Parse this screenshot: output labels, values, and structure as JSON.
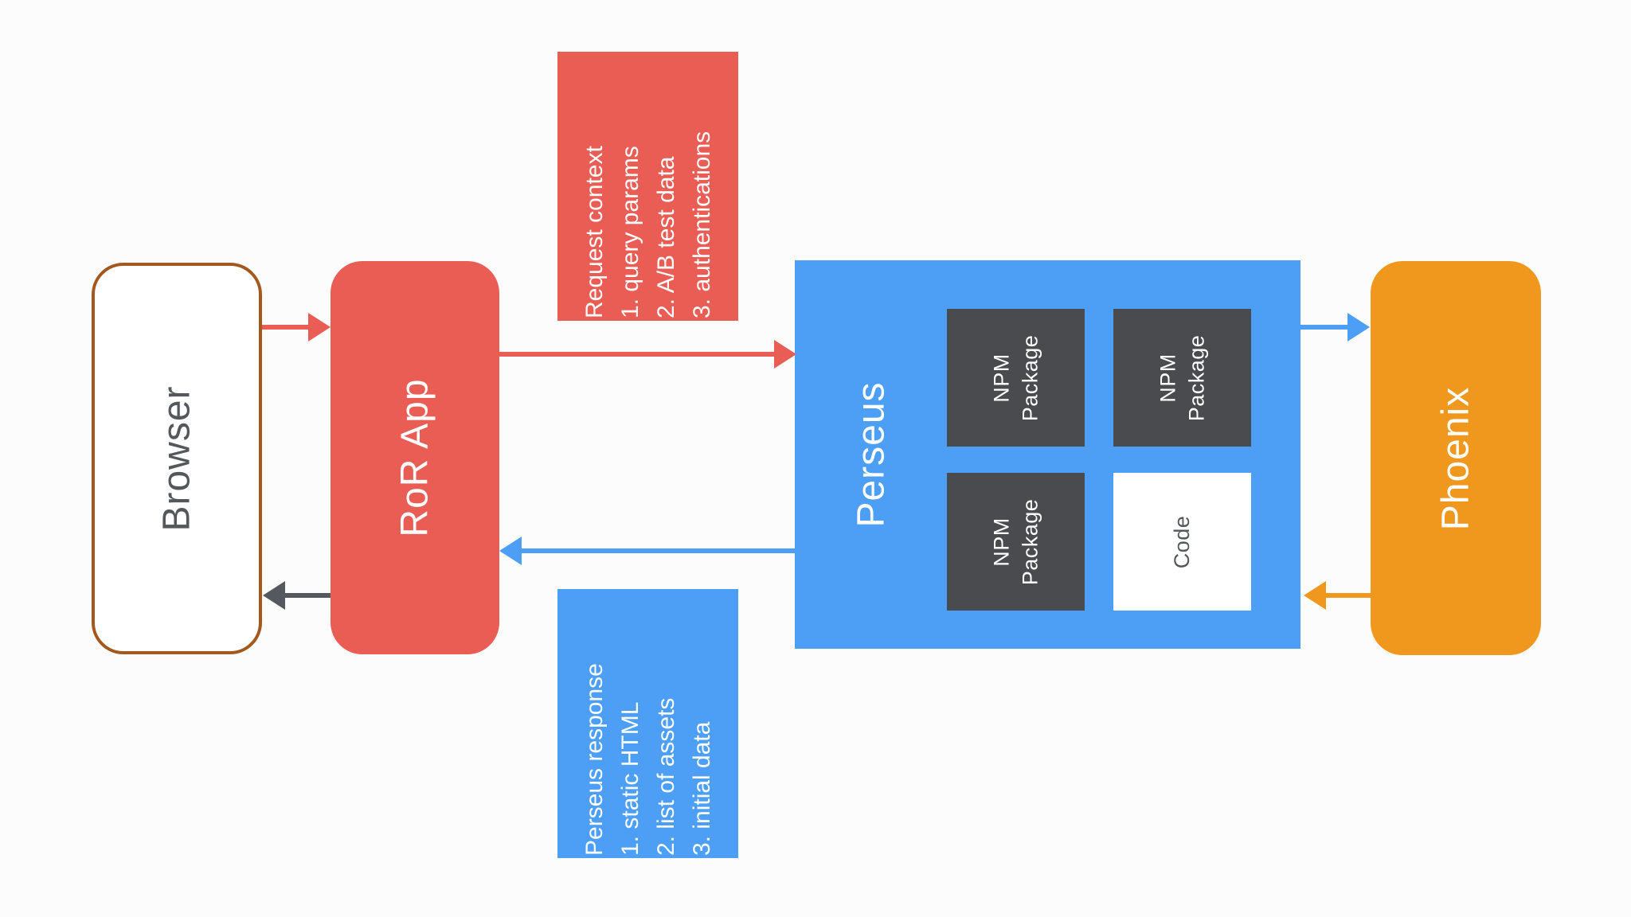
{
  "colors": {
    "red": "#E95D55",
    "blue": "#4C9FF5",
    "orange": "#F0981E",
    "dark_gray_box": "#494B4E",
    "arrow_dark": "#55585E",
    "browser_border_brown": "#A3581E",
    "text_dark_gray": "#54575B",
    "text_white": "#FFFFFF",
    "background": "#FCFCFC"
  },
  "nodes": {
    "browser": {
      "label": "Browser"
    },
    "ror_app": {
      "label": "RoR App"
    },
    "perseus": {
      "label": "Perseus",
      "children": [
        {
          "id": "npm-package-1",
          "label": "NPM\nPackage"
        },
        {
          "id": "npm-package-2",
          "label": "NPM\nPackage"
        },
        {
          "id": "npm-package-3",
          "label": "NPM\nPackage"
        },
        {
          "id": "code",
          "label": "Code"
        }
      ]
    },
    "phoenix": {
      "label": "Phoenix"
    }
  },
  "annotations": {
    "request_context": {
      "lines": [
        "Request context",
        "1. query params",
        "2. A/B test data",
        "3. authentications"
      ]
    },
    "perseus_response": {
      "lines": [
        "Perseus response",
        "1. static HTML",
        "2. list of assets",
        "3. initial data"
      ]
    }
  },
  "arrows": [
    {
      "from": "browser",
      "to": "ror_app",
      "color": "red"
    },
    {
      "from": "ror_app",
      "to": "browser",
      "color": "arrow_dark"
    },
    {
      "from": "ror_app",
      "to": "perseus",
      "color": "red"
    },
    {
      "from": "perseus",
      "to": "ror_app",
      "color": "blue"
    },
    {
      "from": "perseus",
      "to": "phoenix",
      "color": "blue"
    },
    {
      "from": "phoenix",
      "to": "perseus",
      "color": "orange"
    }
  ]
}
